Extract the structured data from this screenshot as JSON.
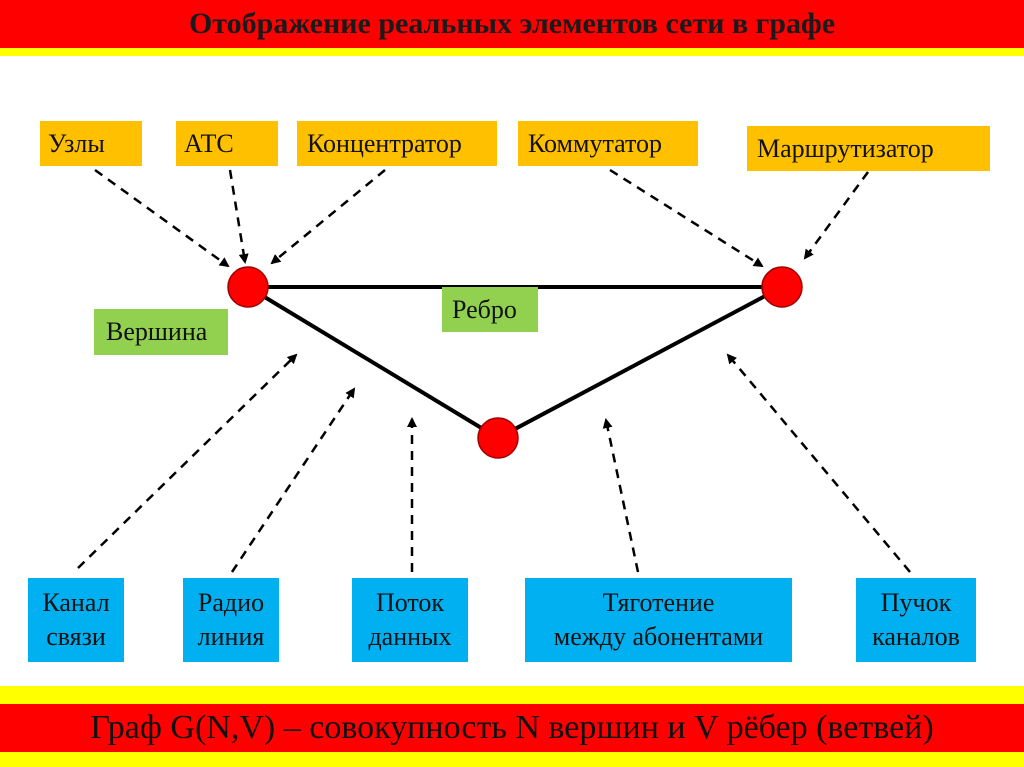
{
  "title": "Отображение реальных элементов сети в графе",
  "top_labels": [
    "Узлы",
    "АТС",
    "Концентратор",
    "Коммутатор",
    "Маршрутизатор"
  ],
  "vertex_label": "Вершина",
  "edge_label": "Ребро",
  "bottom_labels": [
    {
      "line1": "Канал",
      "line2": "связи"
    },
    {
      "line1": "Радио",
      "line2": "линия"
    },
    {
      "line1": "Поток",
      "line2": "данных"
    },
    {
      "line1": "Тяготение",
      "line2": "между абонентами"
    },
    {
      "line1": "Пучок",
      "line2": "каналов"
    }
  ],
  "footer": "Граф G(N,V) – совокупность N вершин и V рёбер (ветвей)",
  "colors": {
    "title_bg": "#ff0000",
    "accent_yellow": "#ffff00",
    "network_box": "#ffc000",
    "graph_term_box": "#92d050",
    "connection_box": "#00b0f0",
    "node_fill": "#ff0000"
  }
}
